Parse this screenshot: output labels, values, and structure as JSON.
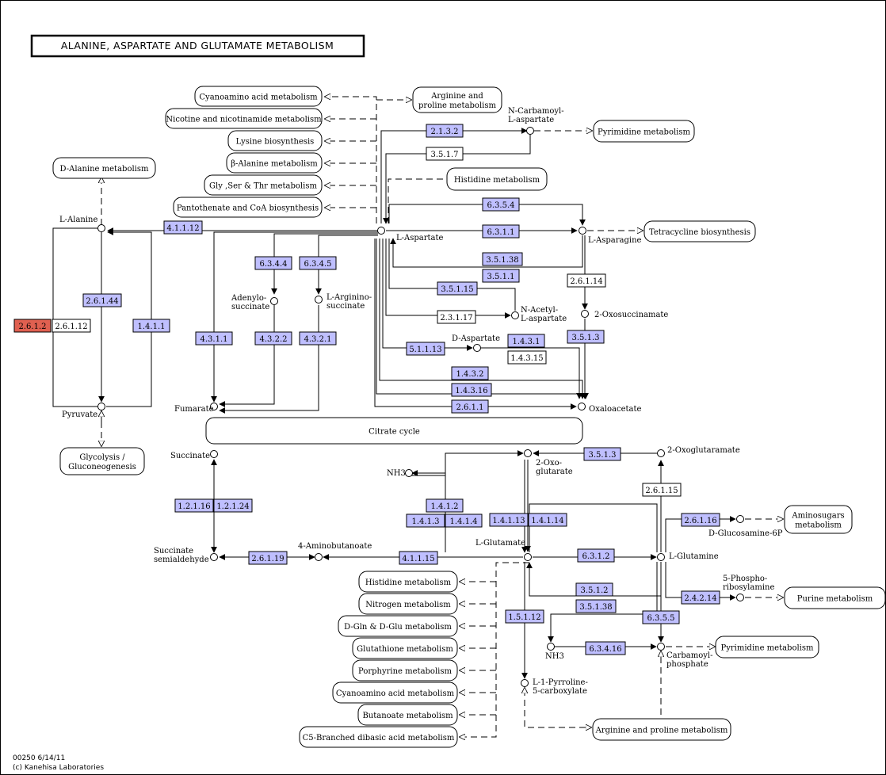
{
  "title": "ALANINE, ASPARTATE AND GLUTAMATE METABOLISM",
  "footer": {
    "code": "00250 6/14/11",
    "copyright": "(c) Kanehisa Laboratories"
  },
  "colors": {
    "enzyme_present": "#bfbfff",
    "enzyme_highlight": "#e06050",
    "enzyme_absent": "#ffffff"
  },
  "maps": [
    {
      "id": "m_cyano1",
      "label": "Cyanoamino acid metabolism"
    },
    {
      "id": "m_argpro1",
      "label": "Arginine and",
      "label2": "proline metabolism"
    },
    {
      "id": "m_nicotin",
      "label": "Nicotine and nicotinamide metabolism"
    },
    {
      "id": "m_pyrim1",
      "label": "Pyrimidine metabolism"
    },
    {
      "id": "m_lysine",
      "label": "Lysine biosynthesis"
    },
    {
      "id": "m_dala",
      "label": "D-Alanine metabolism"
    },
    {
      "id": "m_balanine",
      "label": "β-Alanine metabolism"
    },
    {
      "id": "m_his1",
      "label": "Histidine metabolism"
    },
    {
      "id": "m_gly",
      "label": "Gly ,Ser & Thr metabolism"
    },
    {
      "id": "m_panto",
      "label": "Pantothenate and CoA biosynthesis"
    },
    {
      "id": "m_tetra",
      "label": "Tetracycline biosynthesis"
    },
    {
      "id": "m_citrate",
      "label": "Citrate cycle"
    },
    {
      "id": "m_glyco",
      "label": "Glycolysis /",
      "label2": "Gluconeogenesis"
    },
    {
      "id": "m_aminosug",
      "label": "Aminosugars",
      "label2": "metabolism"
    },
    {
      "id": "m_his2",
      "label": "Histidine metabolism"
    },
    {
      "id": "m_nitro",
      "label": "Nitrogen metabolism"
    },
    {
      "id": "m_purine",
      "label": "Purine metabolism"
    },
    {
      "id": "m_dgln",
      "label": "D-Gln & D-Glu metabolism"
    },
    {
      "id": "m_pyrim2",
      "label": "Pyrimidine metabolism"
    },
    {
      "id": "m_gluta",
      "label": "Glutathione metabolism"
    },
    {
      "id": "m_porph",
      "label": "Porphyrine metabolism"
    },
    {
      "id": "m_cyano2",
      "label": "Cyanoamino acid metabolism"
    },
    {
      "id": "m_butan",
      "label": "Butanoate metabolism"
    },
    {
      "id": "m_c5",
      "label": "C5-Branched dibasic acid metabolism"
    },
    {
      "id": "m_argpro2",
      "label": "Arginine and proline metabolism"
    }
  ],
  "compounds": [
    {
      "id": "c_ncarb",
      "label": "N-Carbamoyl-",
      "label2": "L-aspartate"
    },
    {
      "id": "c_lala",
      "label": "L-Alanine"
    },
    {
      "id": "c_lasp",
      "label": "L-Aspartate"
    },
    {
      "id": "c_lasn",
      "label": "L-Asparagine"
    },
    {
      "id": "c_adeno",
      "label": "Adenylo-",
      "label2": "succinate"
    },
    {
      "id": "c_largsuc",
      "label": "L-Arginino-",
      "label2": "succinate"
    },
    {
      "id": "c_nacetyl",
      "label": "N-Acetyl-",
      "label2": "L-aspartate"
    },
    {
      "id": "c_oxosuc",
      "label": "2-Oxosuccinamate"
    },
    {
      "id": "c_dasp",
      "label": "D-Aspartate"
    },
    {
      "id": "c_pyr",
      "label": "Pyruvate"
    },
    {
      "id": "c_fum",
      "label": "Fumarate"
    },
    {
      "id": "c_oxal",
      "label": "Oxaloacetate"
    },
    {
      "id": "c_succ",
      "label": "Succinate"
    },
    {
      "id": "c_oxoglu",
      "label": "2-Oxo-",
      "label2": "glutarate"
    },
    {
      "id": "c_oxoglam",
      "label": "2-Oxoglutaramate"
    },
    {
      "id": "c_nh3a",
      "label": "NH3"
    },
    {
      "id": "c_glcn6p",
      "label": "D-Glucosamine-6P"
    },
    {
      "id": "c_lglu",
      "label": "L-Glutamate"
    },
    {
      "id": "c_lgln",
      "label": "L-Glutamine"
    },
    {
      "id": "c_ssa",
      "label": "Succinate",
      "label2": "semialdehyde"
    },
    {
      "id": "c_gaba",
      "label": "4-Aminobutanoate"
    },
    {
      "id": "c_prpp",
      "label": "5-Phospho-",
      "label2": "ribosylamine"
    },
    {
      "id": "c_nh3b",
      "label": "NH3"
    },
    {
      "id": "c_carbp",
      "label": "Carbamoyl-",
      "label2": "phosphate"
    },
    {
      "id": "c_p5c",
      "label": "L-1-Pyrroline-",
      "label2": "5-carboxylate"
    }
  ],
  "enzymes": [
    {
      "id": "e1",
      "label": "2.1.3.2",
      "state": "present"
    },
    {
      "id": "e2",
      "label": "3.5.1.7",
      "state": "absent"
    },
    {
      "id": "e3",
      "label": "6.3.5.4",
      "state": "present"
    },
    {
      "id": "e4",
      "label": "4.1.1.12",
      "state": "present"
    },
    {
      "id": "e5",
      "label": "6.3.1.1",
      "state": "present"
    },
    {
      "id": "e6",
      "label": "6.3.4.4",
      "state": "present"
    },
    {
      "id": "e7",
      "label": "6.3.4.5",
      "state": "present"
    },
    {
      "id": "e8",
      "label": "3.5.1.38",
      "state": "present"
    },
    {
      "id": "e9",
      "label": "3.5.1.1",
      "state": "present"
    },
    {
      "id": "e10",
      "label": "2.6.1.14",
      "state": "absent"
    },
    {
      "id": "e11",
      "label": "3.5.1.15",
      "state": "present"
    },
    {
      "id": "e12",
      "label": "2.6.1.44",
      "state": "present"
    },
    {
      "id": "e13",
      "label": "2.6.1.2",
      "state": "highlight"
    },
    {
      "id": "e14",
      "label": "2.6.1.12",
      "state": "absent"
    },
    {
      "id": "e15",
      "label": "1.4.1.1",
      "state": "present"
    },
    {
      "id": "e16",
      "label": "2.3.1.17",
      "state": "absent"
    },
    {
      "id": "e17",
      "label": "3.5.1.3",
      "state": "present"
    },
    {
      "id": "e18",
      "label": "4.3.1.1",
      "state": "present"
    },
    {
      "id": "e19",
      "label": "4.3.2.2",
      "state": "present"
    },
    {
      "id": "e20",
      "label": "4.3.2.1",
      "state": "present"
    },
    {
      "id": "e21",
      "label": "1.4.3.1",
      "state": "present"
    },
    {
      "id": "e22",
      "label": "5.1.1.13",
      "state": "present"
    },
    {
      "id": "e23",
      "label": "1.4.3.15",
      "state": "absent"
    },
    {
      "id": "e24",
      "label": "1.4.3.2",
      "state": "present"
    },
    {
      "id": "e25",
      "label": "1.4.3.16",
      "state": "present"
    },
    {
      "id": "e26",
      "label": "2.6.1.1",
      "state": "present"
    },
    {
      "id": "e27",
      "label": "3.5.1.3",
      "state": "present"
    },
    {
      "id": "e28",
      "label": "2.6.1.15",
      "state": "absent"
    },
    {
      "id": "e29",
      "label": "1.2.1.16",
      "state": "present"
    },
    {
      "id": "e30",
      "label": "1.2.1.24",
      "state": "present"
    },
    {
      "id": "e31",
      "label": "1.4.1.2",
      "state": "present"
    },
    {
      "id": "e32",
      "label": "1.4.1.3",
      "state": "present"
    },
    {
      "id": "e33",
      "label": "1.4.1.4",
      "state": "present"
    },
    {
      "id": "e34",
      "label": "1.4.1.13",
      "state": "present"
    },
    {
      "id": "e35",
      "label": "1.4.1.14",
      "state": "present"
    },
    {
      "id": "e36",
      "label": "2.6.1.16",
      "state": "present"
    },
    {
      "id": "e37",
      "label": "2.6.1.19",
      "state": "present"
    },
    {
      "id": "e38",
      "label": "4.1.1.15",
      "state": "present"
    },
    {
      "id": "e39",
      "label": "6.3.1.2",
      "state": "present"
    },
    {
      "id": "e40",
      "label": "3.5.1.2",
      "state": "present"
    },
    {
      "id": "e41",
      "label": "3.5.1.38",
      "state": "present"
    },
    {
      "id": "e42",
      "label": "2.4.2.14",
      "state": "present"
    },
    {
      "id": "e43",
      "label": "1.5.1.12",
      "state": "present"
    },
    {
      "id": "e44",
      "label": "6.3.5.5",
      "state": "present"
    },
    {
      "id": "e45",
      "label": "6.3.4.16",
      "state": "present"
    }
  ]
}
